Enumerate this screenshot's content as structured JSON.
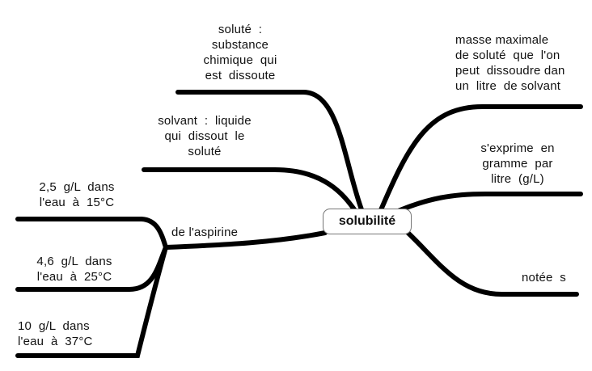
{
  "center": "solubilité",
  "left_branches": {
    "solute": "soluté  :\nsubstance\nchimique  qui\nest  dissoute",
    "solvant": "solvant  :  liquide\nqui  dissout  le\nsoluté",
    "aspirine": "de l'aspirine",
    "sub15": "2,5  g/L  dans\nl'eau  à  15°C",
    "sub25": "4,6  g/L  dans\nl'eau  à  25°C",
    "sub37": "10  g/L  dans\nl'eau  à  37°C"
  },
  "right_branches": {
    "masse": "masse maximale\nde soluté  que  l'on\npeut  dissoudre dan\nun  litre  de solvant",
    "exprime": "s'exprime  en\ngramme  par\nlitre  (g/L)",
    "notee": "notée  s"
  }
}
